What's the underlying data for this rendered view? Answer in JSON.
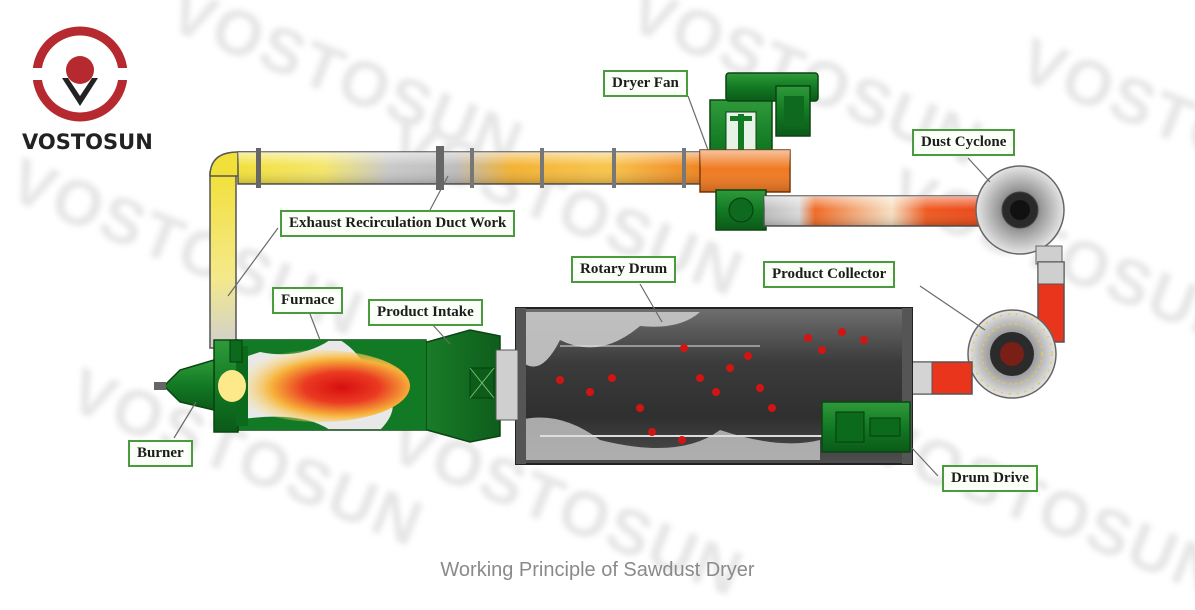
{
  "brand": {
    "name": "VOSTOSUN",
    "watermark_text": "VOSTOSUN",
    "colors": {
      "logo_red": "#b5292f",
      "text": "#222222",
      "label_border": "#4a9a3e"
    }
  },
  "labels": {
    "dryer_fan": "Dryer Fan",
    "dust_cyclone": "Dust Cyclone",
    "exhaust_duct": "Exhaust Recirculation Duct Work",
    "rotary_drum": "Rotary Drum",
    "product_collector": "Product Collector",
    "furnace": "Furnace",
    "product_intake": "Product Intake",
    "burner": "Burner",
    "drum_drive": "Drum Drive"
  },
  "caption": "Working Principle of Sawdust Dryer"
}
